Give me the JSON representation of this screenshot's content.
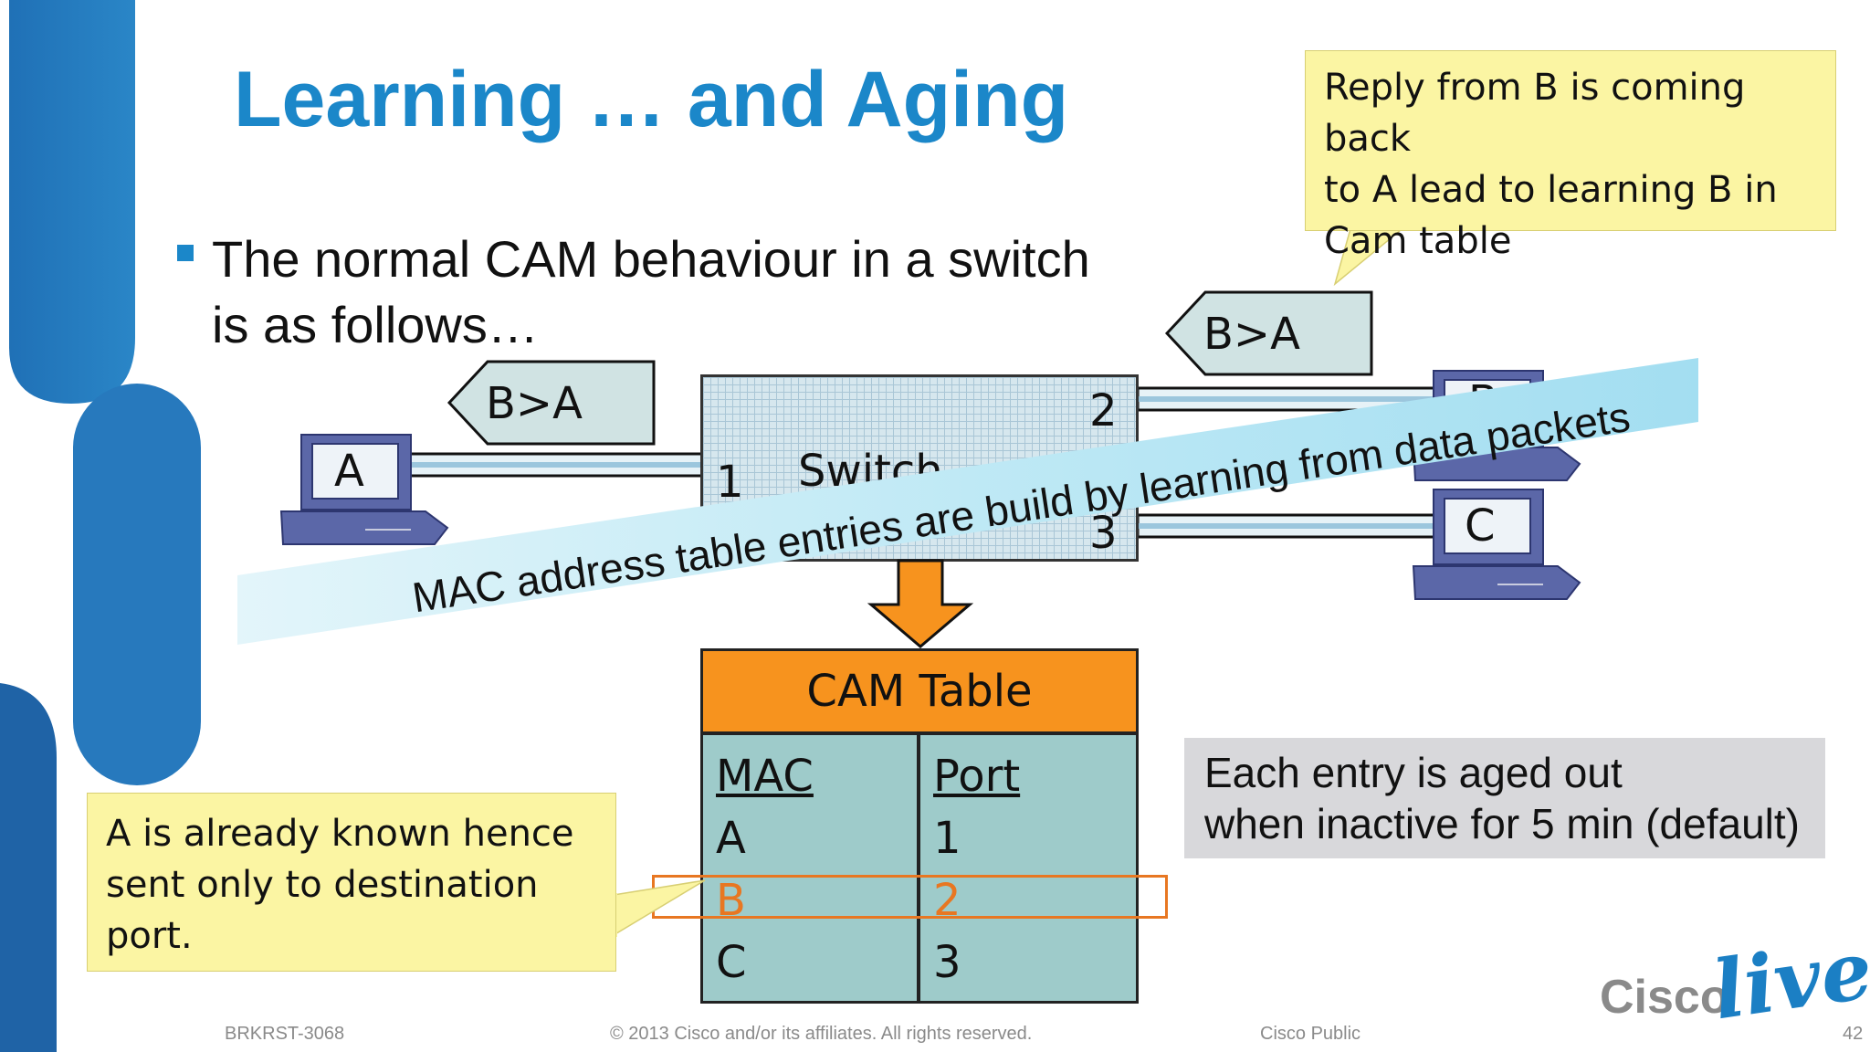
{
  "slide": {
    "title": "Learning … and Aging",
    "bullet_line1": "The normal CAM behaviour in a switch",
    "bullet_line2": "is as follows…",
    "callout_top": [
      "Reply from B is coming back",
      "to A lead to learning B in",
      "Cam table"
    ],
    "callout_left": [
      "A is already known hence",
      "sent only to destination",
      "port."
    ],
    "aging_note": [
      "Each entry is aged out",
      "when inactive for 5 min (default)"
    ],
    "banner": "MAC address table entries are build by learning from data packets",
    "colors": {
      "title": "#1b87c9",
      "highlight": "#e87722",
      "cam_header": "#f7931e",
      "cam_body": "#9ecbca",
      "callout": "#fbf5a3",
      "banner": "#b5e6f3"
    }
  },
  "diagram": {
    "switch_label": "Switch",
    "ports": {
      "p1": "1",
      "p2": "2",
      "p3": "3"
    },
    "hosts": {
      "a": "A",
      "b": "B",
      "c": "C"
    },
    "frame_left": "B>A",
    "frame_right": "B>A"
  },
  "cam_table": {
    "title": "CAM Table",
    "headers": [
      "MAC",
      "Port"
    ],
    "rows": [
      [
        "A",
        "1"
      ],
      [
        "B",
        "2"
      ],
      [
        "C",
        "3"
      ]
    ],
    "highlighted_row": 1
  },
  "footer": {
    "session": "BRKRST-3068",
    "copyright": "© 2013 Cisco and/or its affiliates. All rights reserved.",
    "classification": "Cisco Public",
    "page": "42",
    "logo_left": "Cisco",
    "logo_right": "live!"
  }
}
